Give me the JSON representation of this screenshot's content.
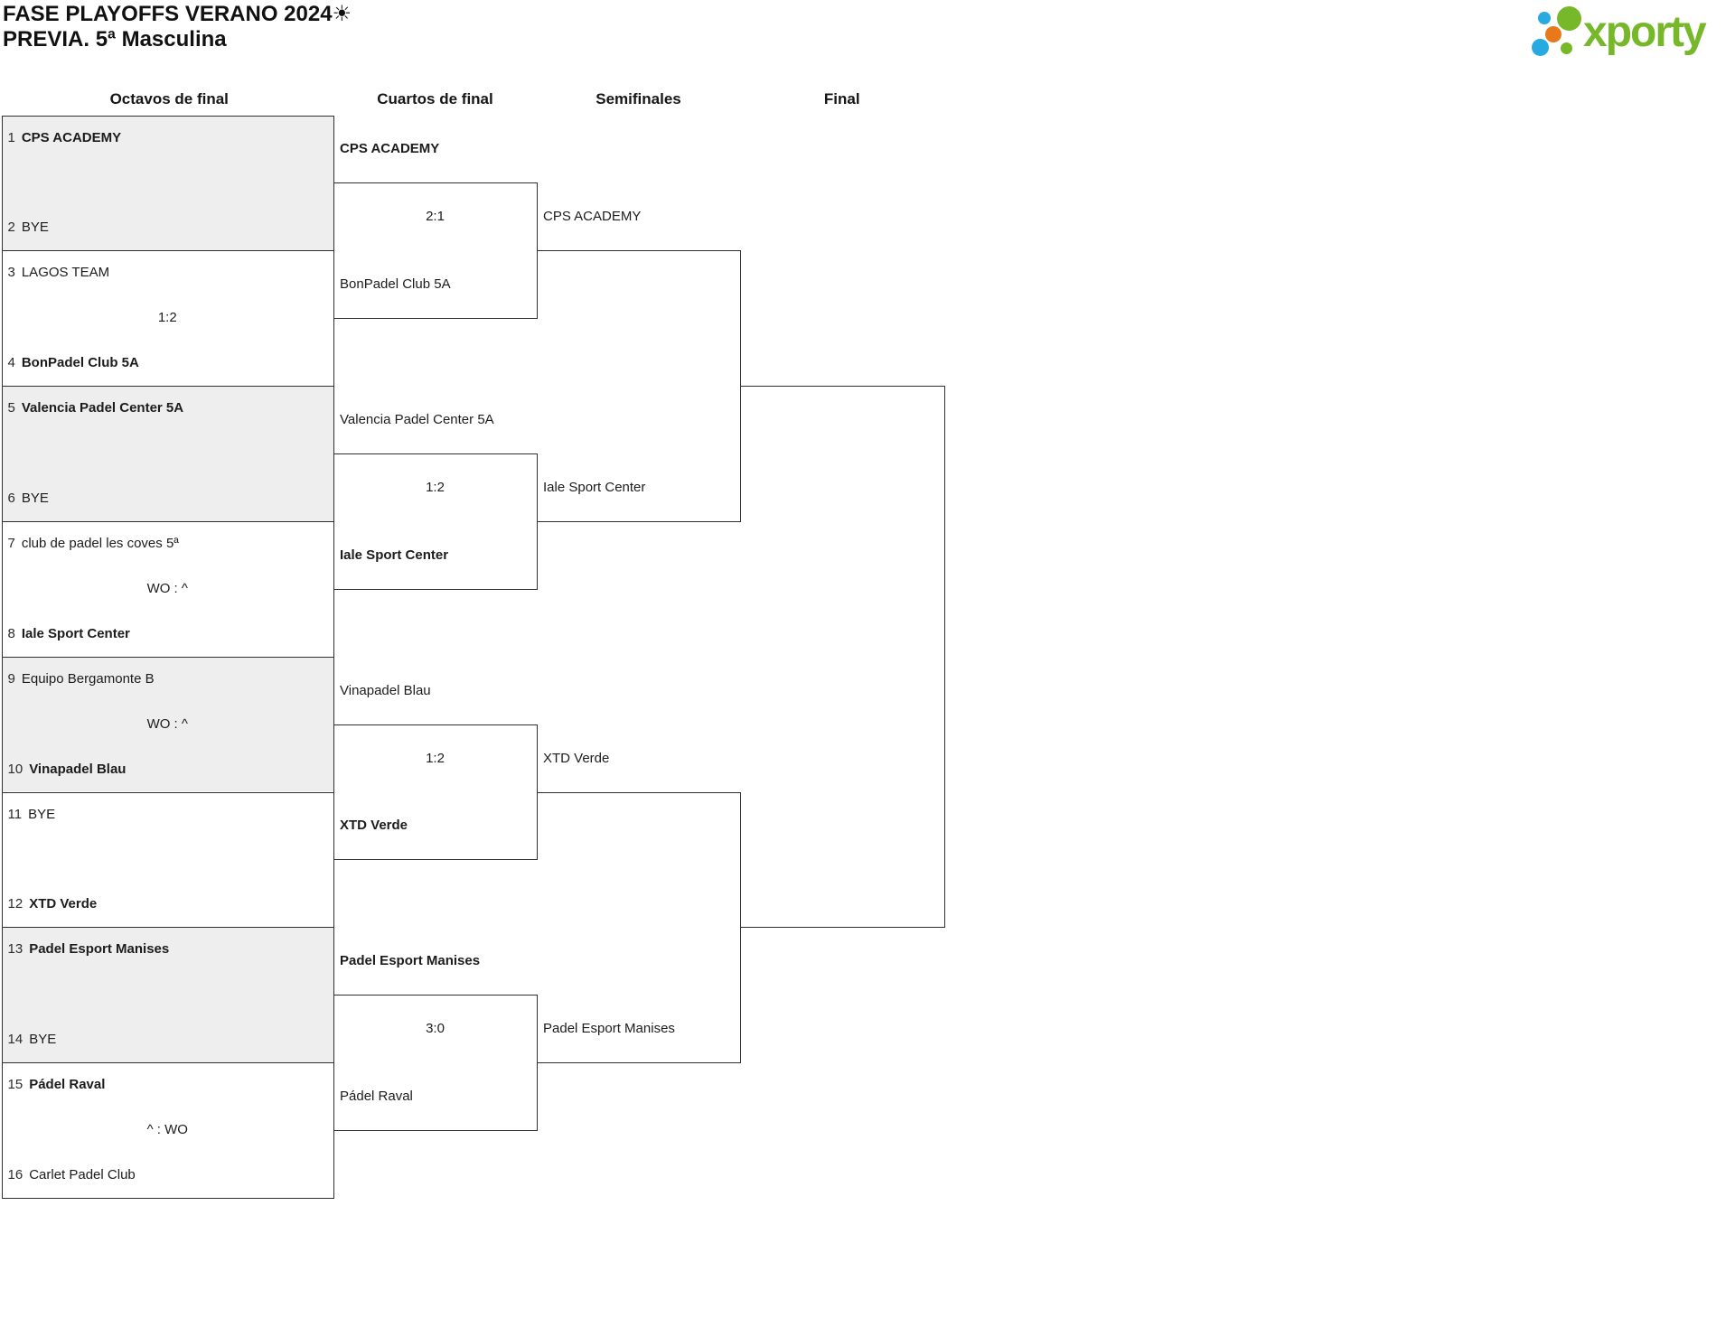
{
  "title": {
    "line1": "FASE PLAYOFFS VERANO 2024☀",
    "line2": "PREVIA. 5ª Masculina"
  },
  "logo": {
    "text": "xporty"
  },
  "colors": {
    "brand_green": "#76b82a",
    "brand_blue": "#29a9e1",
    "brand_orange": "#e8791b",
    "shade_grey": "#eeeeee",
    "line": "#2f2f2f"
  },
  "columns": [
    "Octavos de final",
    "Cuartos de final",
    "Semifinales",
    "Final"
  ],
  "rounds": {
    "octavos": [
      {
        "shaded": true,
        "score": "",
        "p1": {
          "seed": "1",
          "name": "CPS ACADEMY",
          "winner": true
        },
        "p2": {
          "seed": "2",
          "name": "BYE",
          "winner": false
        }
      },
      {
        "shaded": false,
        "score": "1:2",
        "p1": {
          "seed": "3",
          "name": "LAGOS TEAM",
          "winner": false
        },
        "p2": {
          "seed": "4",
          "name": "BonPadel Club 5A",
          "winner": true
        }
      },
      {
        "shaded": true,
        "score": "",
        "p1": {
          "seed": "5",
          "name": "Valencia Padel Center 5A",
          "winner": true
        },
        "p2": {
          "seed": "6",
          "name": "BYE",
          "winner": false
        }
      },
      {
        "shaded": false,
        "score": "WO : ^",
        "p1": {
          "seed": "7",
          "name": "club de padel les coves 5ª",
          "winner": false
        },
        "p2": {
          "seed": "8",
          "name": "Iale Sport Center",
          "winner": true
        }
      },
      {
        "shaded": true,
        "score": "WO : ^",
        "p1": {
          "seed": "9",
          "name": "Equipo Bergamonte B",
          "winner": false
        },
        "p2": {
          "seed": "10",
          "name": "Vinapadel Blau",
          "winner": true
        }
      },
      {
        "shaded": false,
        "score": "",
        "p1": {
          "seed": "11",
          "name": "BYE",
          "winner": false
        },
        "p2": {
          "seed": "12",
          "name": "XTD Verde",
          "winner": true
        }
      },
      {
        "shaded": true,
        "score": "",
        "p1": {
          "seed": "13",
          "name": "Padel Esport Manises",
          "winner": true
        },
        "p2": {
          "seed": "14",
          "name": "BYE",
          "winner": false
        }
      },
      {
        "shaded": false,
        "score": "^ : WO",
        "p1": {
          "seed": "15",
          "name": "Pádel Raval",
          "winner": true
        },
        "p2": {
          "seed": "16",
          "name": "Carlet Padel Club",
          "winner": false
        }
      }
    ],
    "cuartos": [
      {
        "score": "2:1",
        "p1": {
          "name": "CPS ACADEMY",
          "winner": true
        },
        "p2": {
          "name": "BonPadel Club 5A",
          "winner": false
        }
      },
      {
        "score": "1:2",
        "p1": {
          "name": "Valencia Padel Center 5A",
          "winner": false
        },
        "p2": {
          "name": "Iale Sport Center",
          "winner": true
        }
      },
      {
        "score": "1:2",
        "p1": {
          "name": "Vinapadel Blau",
          "winner": false
        },
        "p2": {
          "name": "XTD Verde",
          "winner": true
        }
      },
      {
        "score": "3:0",
        "p1": {
          "name": "Padel Esport Manises",
          "winner": true
        },
        "p2": {
          "name": "Pádel Raval",
          "winner": false
        }
      }
    ],
    "semifinales": [
      {
        "score": "",
        "p1": {
          "name": "CPS ACADEMY",
          "winner": false
        },
        "p2": {
          "name": "Iale Sport Center",
          "winner": false
        }
      },
      {
        "score": "",
        "p1": {
          "name": "XTD Verde",
          "winner": false
        },
        "p2": {
          "name": "Padel Esport Manises",
          "winner": false
        }
      }
    ],
    "final": [
      {
        "score": "",
        "p1": {
          "name": "",
          "winner": false
        },
        "p2": {
          "name": "",
          "winner": false
        }
      }
    ]
  }
}
